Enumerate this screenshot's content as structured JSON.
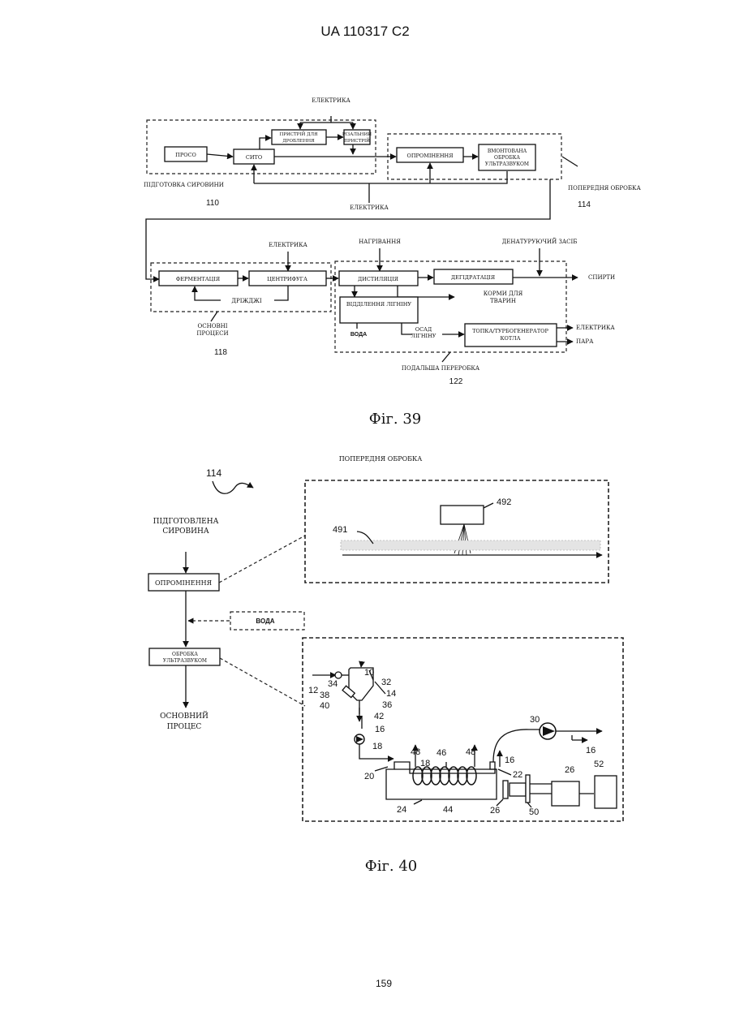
{
  "header": {
    "patent_number": "UA   110317   C2"
  },
  "page_number": "159",
  "fig39": {
    "caption": "Фіг. 39",
    "top_electric": "ЕЛЕКТРИКА",
    "proso": "ПРОСО",
    "sito": "СИТО",
    "crusher": [
      "ПРИСТРІЙ ДЛЯ",
      "ДРОБЛЕННЯ"
    ],
    "cutter": [
      "РІЗАЛЬНИЙ",
      "ПРИСТРІЙ"
    ],
    "prep_label": "ПІДГОТОВКА СИРОВИНИ",
    "prep_num": "110",
    "irradiation": "ОПРОМІНЕННЯ",
    "ultrasound": [
      "ВМОНТОВАНА",
      "ОБРОБКА",
      "УЛЬТРАЗВУКОМ"
    ],
    "pre_label": "ПОПЕРЕДНЯ ОБРОБКА",
    "pre_num": "114",
    "mid_electric": "ЕЛЕКТРИКА",
    "electric2": "ЕЛЕКТРИКА",
    "heating": "НАГРІВАННЯ",
    "denat": "ДЕНАТУРУЮЧИЙ ЗАСІБ",
    "fermentation": "ФЕРМЕНТАЦІЯ",
    "centrifuge": "ЦЕНТРИФУГА",
    "distillation": "ДИСТИЛЯЦІЯ",
    "dehydration": "ДЕГІДРАТАЦІЯ",
    "alcohols": "СПИРТИ",
    "yeast": "ДРІЖДЖІ",
    "feed": [
      "КОРМИ ДЛЯ",
      "ТВАРИН"
    ],
    "lignin_sep": "ВІДДІЛЕННЯ ЛІГНІНУ",
    "water": "ВОДА",
    "lignin_sed": [
      "ОСАД",
      "ЛІГНІНУ"
    ],
    "furnace": [
      "ТОПКА/ТУРБОГЕНЕРАТОР",
      "КОТЛА"
    ],
    "out_electric": "ЕЛЕКТРИКА",
    "steam": "ПАРА",
    "main_label": [
      "ОСНОВНІ",
      "ПРОЦЕСИ"
    ],
    "main_num": "118",
    "further_label": "ПОДАЛЬША ПЕРЕРОБКА",
    "further_num": "122"
  },
  "fig40": {
    "caption": "Фіг. 40",
    "title": "ПОПЕРЕДНЯ ОБРОБКА",
    "ref": "114",
    "prepared": [
      "ПІДГОТОВЛЕНА",
      "СИРОВИНА"
    ],
    "irradiation": "ОПРОМІНЕННЯ",
    "water": "ВОДА",
    "ultrasound": [
      "ОБРОБКА",
      "УЛЬТРАЗВУКОМ"
    ],
    "main": [
      "ОСНОВНИЙ",
      "ПРОЦЕС"
    ],
    "n491": "491",
    "n492": "492",
    "n10": "10",
    "n32": "32",
    "n34": "34",
    "n12": "12",
    "n38": "38",
    "n14": "14",
    "n36": "36",
    "n40": "40",
    "n42": "42",
    "n16a": "16",
    "n18a": "18",
    "n48a": "48",
    "n18b": "18",
    "n46": "46",
    "n48b": "48",
    "n16b": "16",
    "n30": "30",
    "n16c": "16",
    "n20": "20",
    "n22": "22",
    "n26a": "26",
    "n52": "52",
    "n24": "24",
    "n44": "44",
    "n26b": "26",
    "n50": "50"
  }
}
